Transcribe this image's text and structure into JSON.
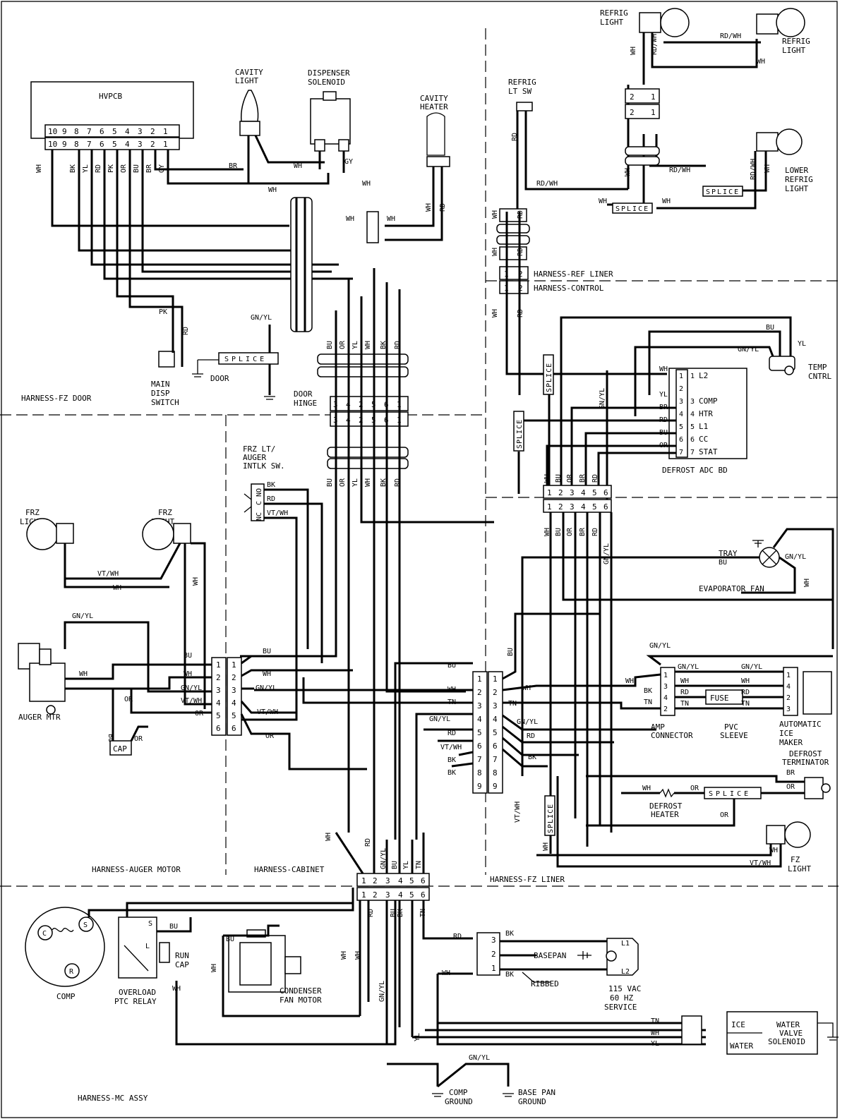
{
  "components": {
    "hvpcb": "HVPCB",
    "cavity_light": [
      "CAVITY",
      "LIGHT"
    ],
    "dispenser_solenoid": [
      "DISPENSER",
      "SOLENOID"
    ],
    "cavity_heater": [
      "CAVITY",
      "HEATER"
    ],
    "main_disp_switch": [
      "MAIN",
      "DISP",
      "SWITCH"
    ],
    "door": "DOOR",
    "door_hinge": [
      "DOOR",
      "HINGE"
    ],
    "refrig_lt_sw": [
      "REFRIG",
      "LT SW"
    ],
    "refrig_light_1": [
      "REFRIG",
      "LIGHT"
    ],
    "refrig_light_2": [
      "REFRIG",
      "LIGHT"
    ],
    "lower_refrig_light": [
      "LOWER",
      "REFRIG",
      "LIGHT"
    ],
    "temp_cntrl": [
      "TEMP",
      "CNTRL"
    ],
    "defrost_adc_bd": "DEFROST ADC BD",
    "frz_lt_auger_intlk": [
      "FRZ LT/",
      "AUGER",
      "INTLK SW."
    ],
    "frz_light_1": [
      "FRZ",
      "LIGHT"
    ],
    "frz_light_2": [
      "FRZ",
      "LIGHT"
    ],
    "auger_mtr": "AUGER MTR",
    "cap": "CAP",
    "tray": "TRAY",
    "evaporator_fan": "EVAPORATOR FAN",
    "amp_connector": [
      "AMP",
      "CONNECTOR"
    ],
    "pvc_sleeve": [
      "PVC",
      "SLEEVE"
    ],
    "fuse": "FUSE",
    "automatic_ice_maker": [
      "AUTOMATIC",
      "ICE",
      "MAKER"
    ],
    "defrost_terminator": [
      "DEFROST",
      "TERMINATOR"
    ],
    "defrost_heater": [
      "DEFROST",
      "HEATER"
    ],
    "fz_light": [
      "FZ",
      "LIGHT"
    ],
    "comp": "COMP",
    "overload_ptc_relay": [
      "OVERLOAD",
      "PTC RELAY"
    ],
    "run_cap": [
      "RUN",
      "CAP"
    ],
    "condenser_fan_motor": [
      "CONDENSER",
      "FAN MOTOR"
    ],
    "basepan": "BASEPAN",
    "ribbed": "RIBBED",
    "service": [
      "115 VAC",
      "60 HZ",
      "SERVICE"
    ],
    "water_valve_solenoid": [
      "WATER",
      "VALVE",
      "SOLENOID"
    ],
    "ice": "ICE",
    "water": "WATER",
    "comp_ground": [
      "COMP",
      "GROUND"
    ],
    "base_pan_ground": [
      "BASE PAN",
      "GROUND"
    ],
    "splice": "SPLICE"
  },
  "harnesses": {
    "fz_door": "HARNESS-FZ DOOR",
    "ref_liner": "HARNESS-REF LINER",
    "control": "HARNESS-CONTROL",
    "auger_motor": "HARNESS-AUGER MOTOR",
    "cabinet": "HARNESS-CABINET",
    "fz_liner": "HARNESS-FZ LINER",
    "mc_assy": "HARNESS-MC ASSY"
  },
  "hvpcb_pins": [
    "10",
    "9",
    "8",
    "7",
    "6",
    "5",
    "4",
    "3",
    "2",
    "1"
  ],
  "hvpcb_wires": [
    "WH",
    "BK",
    "YL",
    "RD",
    "PK",
    "OR",
    "BU",
    "BR",
    "GY"
  ],
  "defrost_bd": {
    "pins": [
      "1",
      "2",
      "3",
      "4",
      "5",
      "6",
      "7"
    ],
    "functions": [
      "L2",
      "COMP",
      "HTR",
      "L1",
      "CC",
      "STAT"
    ],
    "function_pins": [
      "1",
      "3",
      "4",
      "5",
      "6",
      "7"
    ],
    "wires": [
      "WH",
      "YL",
      "BR",
      "RD",
      "BU",
      "OR"
    ]
  },
  "hinge_pins": [
    "3",
    "4",
    "2",
    "5",
    "6",
    "1"
  ],
  "hinge_wires": [
    "BU",
    "OR",
    "YL",
    "WH",
    "BK",
    "RD"
  ],
  "control_pins": [
    "1",
    "2",
    "3",
    "4",
    "5",
    "6"
  ],
  "control_wires": [
    "WH",
    "BU",
    "OR",
    "BR",
    "RD",
    "GN/YL"
  ],
  "cabinet_pins": [
    "1",
    "2",
    "3",
    "4",
    "5",
    "6"
  ],
  "cabinet_wires_top": [
    "WH",
    "RD",
    "GN/YL",
    "BU",
    "YL",
    "TN"
  ],
  "cabinet_wires_bottom": [
    "RD",
    "BU",
    "BK"
  ],
  "auger_pins": [
    "1",
    "2",
    "3",
    "4",
    "5",
    "6"
  ],
  "auger_left_wires": [
    "BU",
    "WH",
    "GN/YL",
    "VT/WH",
    "OR"
  ],
  "auger_right_wires": [
    "BU",
    "WH",
    "GN/YL",
    "VT/WH",
    "OR"
  ],
  "fzliner_pins": [
    "1",
    "2",
    "3",
    "4",
    "5",
    "6",
    "7",
    "8",
    "9"
  ],
  "fzliner_left_wires": [
    "BU",
    "WH",
    "TN",
    "GN/YL",
    "RD",
    "VT/WH",
    "BK",
    "BK"
  ],
  "fzliner_right_wires": [
    "BU",
    "WH",
    "TN",
    "GN/YL",
    "RD",
    "BK"
  ],
  "icemaker": {
    "pins": [
      "1",
      "3",
      "4",
      "2"
    ],
    "amp_wires": [
      "GN/YL",
      "WH",
      "RD",
      "TN"
    ],
    "maker_wires": [
      "GN/YL",
      "WH",
      "RD",
      "TN"
    ]
  },
  "service_pins": [
    "3",
    "2",
    "1"
  ],
  "service_wires": [
    "BK",
    "BK",
    "WH",
    "RD"
  ],
  "wire_labels": {
    "WH": "WH",
    "BK": "BK",
    "YL": "YL",
    "RD": "RD",
    "PK": "PK",
    "OR": "OR",
    "BU": "BU",
    "BR": "BR",
    "GY": "GY",
    "TN": "TN",
    "GNYL": "GN/YL",
    "RDWH": "RD/WH",
    "VTWH": "VT/WH"
  },
  "misc": {
    "ncc_no": [
      "NC",
      "C",
      "NO"
    ],
    "relay_s": "S",
    "relay_l": "L",
    "comp_c": "C",
    "comp_s": "S",
    "comp_r": "R",
    "plug_l1": "L1",
    "plug_l2": "L2",
    "conn_2_1": [
      "2",
      "1"
    ]
  }
}
